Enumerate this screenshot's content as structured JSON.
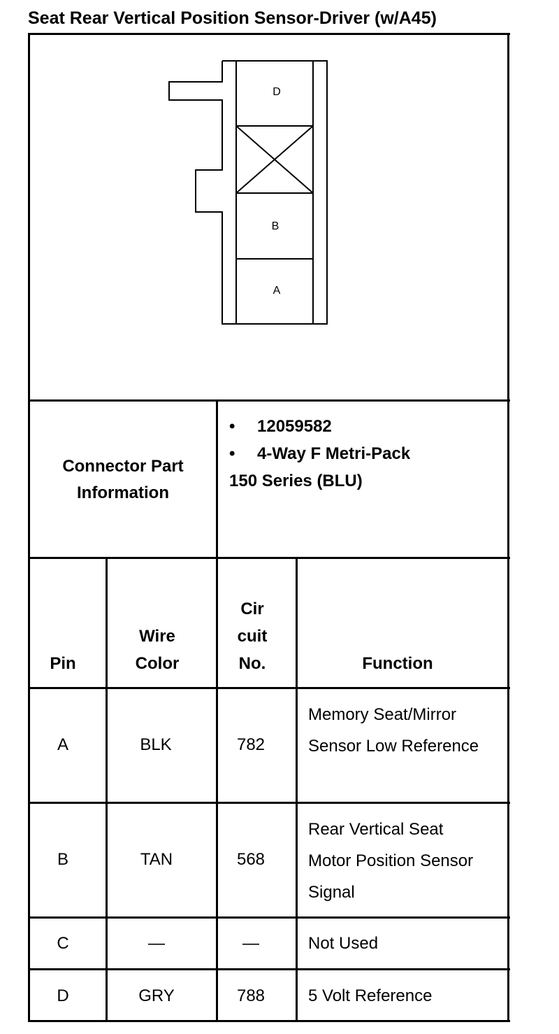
{
  "title": "Seat Rear Vertical Position Sensor-Driver (w/A45)",
  "diagram": {
    "pins": [
      "D",
      "B",
      "A"
    ]
  },
  "connector": {
    "label": "Connector Part Information",
    "items": [
      "12059582",
      "4-Way F Metri-Pack"
    ],
    "continuation": "150 Series (BLU)",
    "bullet": "•"
  },
  "table": {
    "headers": {
      "pin": "Pin",
      "wire_color": "Wire Color",
      "circuit": "Cir cuit No.",
      "function": "Function"
    },
    "rows": [
      {
        "pin": "A",
        "wire_color": "BLK",
        "circuit": "782",
        "function": "Memory Seat/Mirror Sensor Low Reference"
      },
      {
        "pin": "B",
        "wire_color": "TAN",
        "circuit": "568",
        "function": "Rear Vertical Seat Motor Position Sensor Signal"
      },
      {
        "pin": "C",
        "wire_color": "—",
        "circuit": "—",
        "function": "Not Used"
      },
      {
        "pin": "D",
        "wire_color": "GRY",
        "circuit": "788",
        "function": "5 Volt Reference"
      }
    ]
  }
}
